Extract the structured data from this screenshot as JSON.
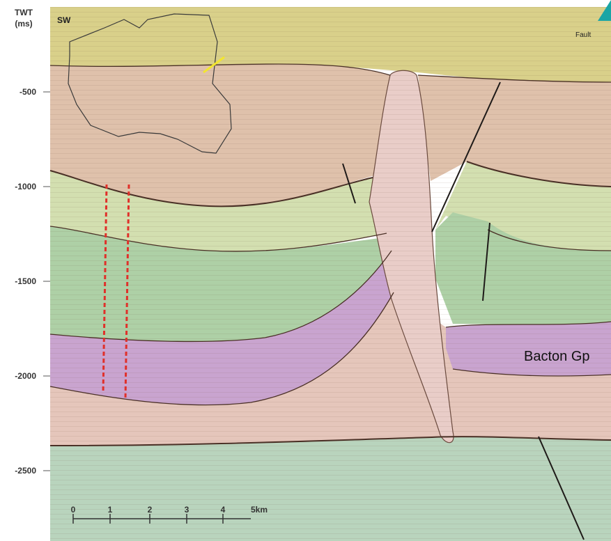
{
  "axis": {
    "title_line1": "TWT",
    "title_line2": "(ms)",
    "ticks": [
      {
        "label": "-500",
        "value": -500
      },
      {
        "label": "-1000",
        "value": -1000
      },
      {
        "label": "-1500",
        "value": -1500
      },
      {
        "label": "-2000",
        "value": -2000
      },
      {
        "label": "-2500",
        "value": -2500
      }
    ]
  },
  "labels": {
    "sw": "SW",
    "fault": "Fault",
    "bacton": "Bacton Gp"
  },
  "scale_bar": {
    "ticks": [
      "0",
      "1",
      "2",
      "3",
      "4"
    ],
    "end_label": "5km"
  },
  "colors": {
    "yellow": "#d9d08a",
    "salmon": "#dfc1ab",
    "lightgreen": "#d3dfb0",
    "green": "#aed0a6",
    "purple": "#c9a4cf",
    "pink": "#e5c6bb",
    "basement": "#b9d4bd",
    "salt": "#e9cdc8",
    "well": "#e0302a",
    "marker": "#f2e530",
    "teal": "#1aa5a5"
  }
}
